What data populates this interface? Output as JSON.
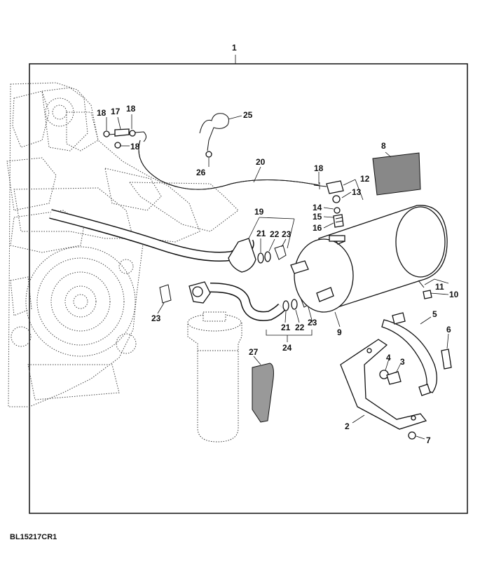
{
  "reference_code": "BL15217CR1",
  "callouts": {
    "c1": "1",
    "c2": "2",
    "c3": "3",
    "c4": "4",
    "c5": "5",
    "c6": "6",
    "c7": "7",
    "c8": "8",
    "c9": "9",
    "c10": "10",
    "c11": "11",
    "c12": "12",
    "c13": "13",
    "c14": "14",
    "c15": "15",
    "c16": "16",
    "c17": "17",
    "c18a": "18",
    "c18b": "18",
    "c18c": "18",
    "c18d": "18",
    "c19": "19",
    "c20": "20",
    "c21a": "21",
    "c21b": "21",
    "c22a": "22",
    "c22b": "22",
    "c23a": "23",
    "c23b": "23",
    "c23c": "23",
    "c24": "24",
    "c25": "25",
    "c26": "26",
    "c27": "27"
  }
}
